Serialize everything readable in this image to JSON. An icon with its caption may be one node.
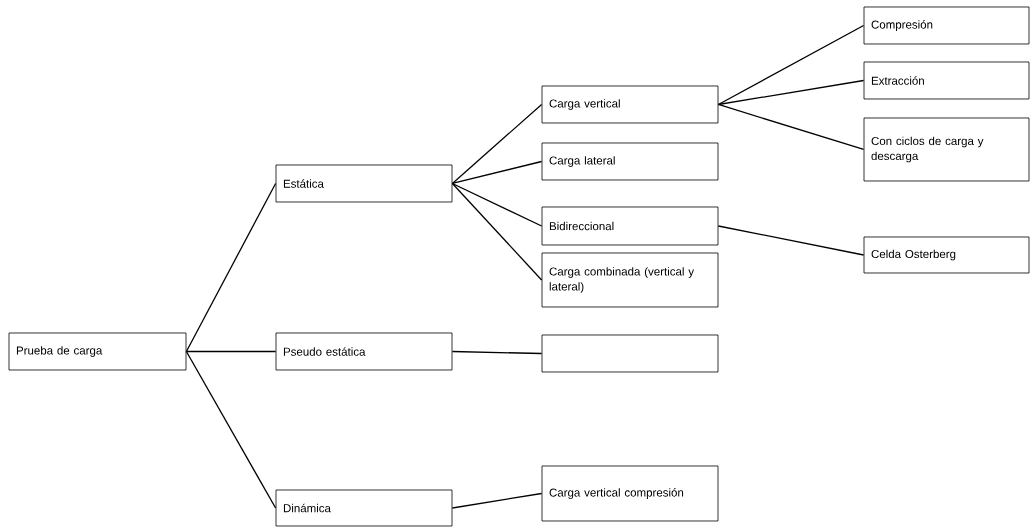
{
  "diagram": {
    "nodes": [
      {
        "text": [
          "Prueba de carga"
        ]
      },
      {
        "text": [
          "Estática"
        ]
      },
      {
        "text": [
          "Pseudo estática"
        ]
      },
      {
        "text": [
          "Dinámica"
        ]
      },
      {
        "text": [
          "Carga vertical"
        ]
      },
      {
        "text": [
          "Carga lateral"
        ]
      },
      {
        "text": [
          "Bidireccional"
        ]
      },
      {
        "text": [
          "Carga combinada (vertical y lateral)"
        ]
      },
      {
        "text": [],
        "shape": "box"
      },
      {
        "text": [
          "Carga vertical compresión"
        ]
      },
      {
        "text": [
          "Compresión"
        ]
      },
      {
        "text": [
          "Extracción"
        ]
      },
      {
        "text": [
          "Con ciclos de carga y descarga"
        ]
      },
      {
        "text": [
          "Celda Osterberg"
        ]
      }
    ],
    "edges": [
      {
        "from": 0,
        "to": 1,
        "arrow": "none"
      },
      {
        "from": 0,
        "to": 2,
        "arrow": "none"
      },
      {
        "from": 0,
        "to": 3,
        "arrow": "none"
      },
      {
        "from": 1,
        "to": 4,
        "arrow": "none"
      },
      {
        "from": 1,
        "to": 5,
        "arrow": "none"
      },
      {
        "from": 1,
        "to": 6,
        "arrow": "none"
      },
      {
        "from": 1,
        "to": 7,
        "arrow": "none"
      },
      {
        "from": 2,
        "to": 8,
        "arrow": "none"
      },
      {
        "from": 3,
        "to": 9,
        "arrow": "none"
      },
      {
        "from": 4,
        "to": 10,
        "arrow": "none"
      },
      {
        "from": 4,
        "to": 11,
        "arrow": "none"
      },
      {
        "from": 4,
        "to": 12,
        "arrow": "none"
      },
      {
        "from": 6,
        "to": 13,
        "arrow": "none"
      }
    ]
  }
}
